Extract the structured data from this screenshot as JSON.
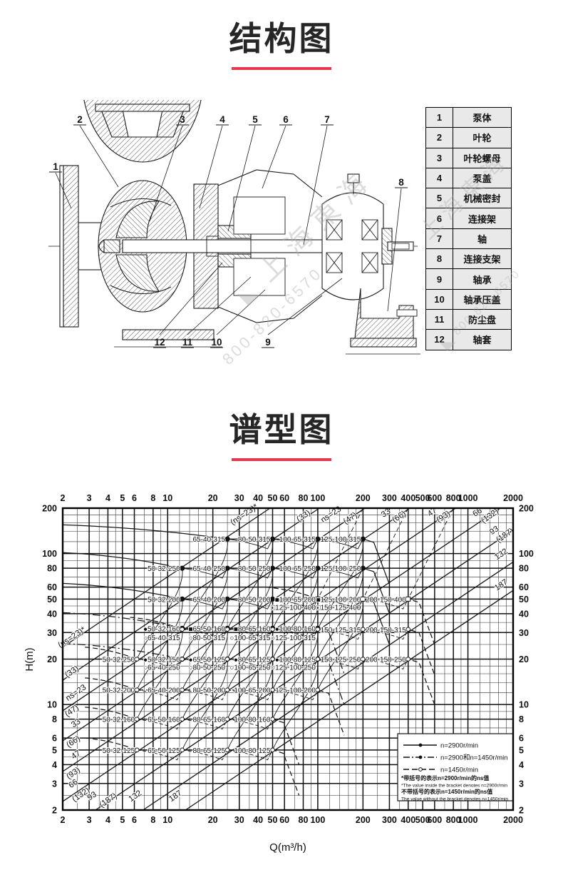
{
  "sections": {
    "structure": {
      "title": "结构图"
    },
    "spectrum": {
      "title": "谱型图"
    }
  },
  "accent_color": "#e5384e",
  "watermark": {
    "brand": "上海東海",
    "phone": "800-820-6570",
    "logo": "◣"
  },
  "parts_table": {
    "rows": [
      {
        "num": "1",
        "name": "泵体"
      },
      {
        "num": "2",
        "name": "叶轮"
      },
      {
        "num": "3",
        "name": "叶轮螺母"
      },
      {
        "num": "4",
        "name": "泵盖"
      },
      {
        "num": "5",
        "name": "机械密封"
      },
      {
        "num": "6",
        "name": "连接架"
      },
      {
        "num": "7",
        "name": "轴"
      },
      {
        "num": "8",
        "name": "连接支架"
      },
      {
        "num": "9",
        "name": "轴承"
      },
      {
        "num": "10",
        "name": "轴承压盖"
      },
      {
        "num": "11",
        "name": "防尘盘"
      },
      {
        "num": "12",
        "name": "轴套"
      }
    ]
  },
  "structure_callouts": [
    "1",
    "2",
    "3",
    "4",
    "5",
    "6",
    "7",
    "8",
    "9",
    "10",
    "11",
    "12"
  ],
  "chart_data": {
    "type": "scatter",
    "title": "谱型图",
    "xlabel": "Q(m³/h)",
    "ylabel": "H(m)",
    "x_scale": "log",
    "y_scale": "log",
    "xlim": [
      2,
      2000
    ],
    "ylim": [
      2,
      200
    ],
    "x_ticks": [
      2,
      3,
      4,
      5,
      6,
      8,
      10,
      20,
      30,
      40,
      50,
      60,
      80,
      100,
      200,
      300,
      400,
      500,
      600,
      800,
      1000,
      2000
    ],
    "y_ticks": [
      200,
      100,
      80,
      60,
      50,
      40,
      30,
      20,
      10,
      8,
      6,
      5,
      4,
      3,
      2
    ],
    "x_minor": [
      2.5,
      3.5,
      4.5,
      7,
      9,
      12,
      14,
      16,
      18,
      25,
      35,
      45,
      70,
      90,
      120,
      140,
      160,
      180,
      250,
      350,
      450,
      700,
      900,
      1200,
      1400,
      1600,
      1800
    ],
    "y_minor": [
      2.5,
      3.5,
      4.5,
      7,
      9,
      12,
      14,
      16,
      18,
      25,
      35,
      45,
      70,
      90,
      120,
      140,
      160,
      180
    ],
    "ns_lines": [
      {
        "h_at_q2": 24,
        "labels": [
          {
            "t": "(ns=23)*",
            "q": 2.35,
            "h": 27
          },
          {
            "t": "(ns=23)*",
            "q": 33,
            "h": 176
          }
        ]
      },
      {
        "h_at_q2": 14.5,
        "labels": [
          {
            "t": "(33)",
            "q": 2.35,
            "h": 16
          },
          {
            "t": "(33)",
            "q": 82,
            "h": 172
          }
        ]
      },
      {
        "h_at_q2": 9.1,
        "labels": [
          {
            "t": "ns=23",
            "q": 2.5,
            "h": 11.6
          },
          {
            "t": "(47)",
            "q": 2.35,
            "h": 8.8
          },
          {
            "t": "ns=23",
            "q": 125,
            "h": 176
          },
          {
            "t": "(47)",
            "q": 168,
            "h": 166
          }
        ]
      },
      {
        "h_at_q2": 5.75,
        "labels": [
          {
            "t": "33",
            "q": 2.5,
            "h": 7.3
          },
          {
            "t": "(66)",
            "q": 2.4,
            "h": 5.5
          },
          {
            "t": "33",
            "q": 290,
            "h": 180
          },
          {
            "t": "(66)",
            "q": 355,
            "h": 170
          }
        ]
      },
      {
        "h_at_q2": 3.6,
        "labels": [
          {
            "t": "47",
            "q": 2.5,
            "h": 4.5
          },
          {
            "t": "(93)",
            "q": 2.4,
            "h": 3.4
          },
          {
            "t": "47",
            "q": 590,
            "h": 182
          },
          {
            "t": "(93)",
            "q": 700,
            "h": 170
          }
        ]
      },
      {
        "h_at_q2": 2.28,
        "labels": [
          {
            "t": "66",
            "q": 2.4,
            "h": 2.9
          },
          {
            "t": "(132)",
            "q": 2.7,
            "h": 2.45
          },
          {
            "t": "66",
            "q": 1180,
            "h": 182
          },
          {
            "t": "(132)",
            "q": 1430,
            "h": 172
          }
        ]
      },
      {
        "h_at_q2": 1.43,
        "labels": [
          {
            "t": "93",
            "q": 3.2,
            "h": 2.4
          },
          {
            "t": "(187)",
            "q": 4.1,
            "h": 2.25
          },
          {
            "t": "93",
            "q": 1530,
            "h": 138
          },
          {
            "t": "(187)",
            "q": 1800,
            "h": 128
          }
        ]
      },
      {
        "h_at_q2": 0.88,
        "labels": [
          {
            "t": "132",
            "q": 6.2,
            "h": 2.4
          },
          {
            "t": "132",
            "q": 1700,
            "h": 96
          }
        ]
      },
      {
        "h_at_q2": 0.57,
        "labels": [
          {
            "t": "187",
            "q": 11.5,
            "h": 2.4
          },
          {
            "t": "187",
            "q": 1700,
            "h": 60
          }
        ]
      }
    ],
    "series": [
      {
        "name": "n2900-315",
        "rpm": 2900,
        "head": 125,
        "style": "solid",
        "env_start_h": 155,
        "pumps": [
          {
            "q": 25,
            "label": "65-40-315"
          },
          {
            "q": 50,
            "label": "80-50-315"
          },
          {
            "q": 100,
            "label": "100-65-315"
          },
          {
            "q": 200,
            "label": "125-100-315"
          }
        ]
      },
      {
        "name": "n2900-250",
        "rpm": 2900,
        "head": 80,
        "style": "solid",
        "pumps": [
          {
            "q": 12.5,
            "label": "50-32-250"
          },
          {
            "q": 25,
            "label": "65-40-250"
          },
          {
            "q": 50,
            "label": "80-50-250"
          },
          {
            "q": 100,
            "label": "100-65-250"
          },
          {
            "q": 200,
            "label": "125-100-250"
          }
        ]
      },
      {
        "name": "n2900-200",
        "rpm": 2900,
        "head": 50,
        "style": "solid",
        "pumps": [
          {
            "q": 12.5,
            "label": "50-32-200"
          },
          {
            "q": 25,
            "label": "65-40-200"
          },
          {
            "q": 50,
            "label": "80-50-200"
          },
          {
            "q": 100,
            "label": "■100-65-200"
          },
          {
            "q": 200,
            "label": "■125-100-200"
          }
        ]
      },
      {
        "name": "n2900-160",
        "rpm": 2900,
        "head": 32,
        "style": "dashdot",
        "pumps": [
          {
            "q": 12.5,
            "label": "●50-32-160"
          },
          {
            "q": 25,
            "label": "■65-50-160"
          },
          {
            "q": 50,
            "label": "■80-65-160"
          },
          {
            "q": 100,
            "label": "●100-80-160"
          }
        ]
      },
      {
        "name": "n2900-125",
        "rpm": 2900,
        "head": 20,
        "style": "dashdot",
        "pumps": [
          {
            "q": 12.5,
            "label": "●50-32-150"
          },
          {
            "q": 25,
            "label": "●65-50-125"
          },
          {
            "q": 50,
            "label": "●80-65-125"
          },
          {
            "q": 100,
            "label": "●100-80-125"
          }
        ]
      },
      {
        "name": "n1450-400",
        "rpm": 1450,
        "head": 50,
        "style": "dashed",
        "marker": "square",
        "labdy": 15,
        "pumps": [
          {
            "q": 100,
            "label": "□125-100-400"
          },
          {
            "q": 200,
            "label": "□150-125-400"
          },
          {
            "q": 400,
            "label": "200-150-400",
            "dy": 4
          }
        ]
      },
      {
        "name": "n1450-315",
        "rpm": 1450,
        "head": 31.5,
        "style": "dashed",
        "labdy": 15,
        "pumps": [
          {
            "q": 12.5,
            "label": "○65-40-315"
          },
          {
            "q": 25,
            "label": "○80-50-315"
          },
          {
            "q": 50,
            "label": "○100-65-315"
          },
          {
            "q": 100,
            "label": "○125-100-315"
          },
          {
            "q": 200,
            "label": "150-125-315",
            "dy": 4
          },
          {
            "q": 400,
            "label": "200-150-315",
            "dy": 4
          }
        ]
      },
      {
        "name": "n1450-250",
        "rpm": 1450,
        "head": 20,
        "style": "dashed",
        "labdy": 15,
        "pumps": [
          {
            "q": 6.25,
            "label": "50-32-250",
            "dy": 4
          },
          {
            "q": 12.5,
            "label": "○65-40-250"
          },
          {
            "q": 25,
            "label": "○80-50-250"
          },
          {
            "q": 50,
            "label": "○100-65-250"
          },
          {
            "q": 100,
            "label": "○125-100-250"
          },
          {
            "q": 200,
            "label": "150-125-250",
            "dy": 4
          },
          {
            "q": 400,
            "label": "200-150-250",
            "dy": 4
          }
        ]
      },
      {
        "name": "n1450-200",
        "rpm": 1450,
        "head": 12.5,
        "style": "dashed",
        "pumps": [
          {
            "q": 6.25,
            "label": "50-32-200"
          },
          {
            "q": 12.5,
            "label": "65-40-200"
          },
          {
            "q": 25,
            "label": "80-50-200"
          },
          {
            "q": 50,
            "label": "100-65-200"
          },
          {
            "q": 100,
            "label": "125-100-200"
          }
        ]
      },
      {
        "name": "n1450-160",
        "rpm": 1450,
        "head": 8,
        "style": "dashed",
        "pumps": [
          {
            "q": 6.25,
            "label": "50-32-160"
          },
          {
            "q": 12.5,
            "label": "65-50-160"
          },
          {
            "q": 25,
            "label": "80-65-160"
          },
          {
            "q": 50,
            "label": "100-80-160"
          }
        ]
      },
      {
        "name": "n1450-125",
        "rpm": 1450,
        "head": 5,
        "style": "dashed",
        "pumps": [
          {
            "q": 6.25,
            "label": "50-32-125"
          },
          {
            "q": 12.5,
            "label": "65-50-125"
          },
          {
            "q": 25,
            "label": "80-65-125"
          },
          {
            "q": 50,
            "label": "100-80-125"
          }
        ]
      }
    ],
    "legend": {
      "items": [
        {
          "style": "solid",
          "marker": "filled",
          "label": "n=2900r/min"
        },
        {
          "style": "dashdot",
          "marker": "filled",
          "label": "n=2900和n=1450r/min"
        },
        {
          "style": "dashed",
          "marker": "open",
          "label": "n=1450r/min"
        }
      ],
      "notes": [
        "*带括号的表示n=2900r/min的ns值",
        "*The value inside the bracket denotes n=2900r/min",
        "不带括号的表示n=1450r/min的ns值",
        "The value without the bracket denotes n=1450r/min"
      ]
    }
  }
}
